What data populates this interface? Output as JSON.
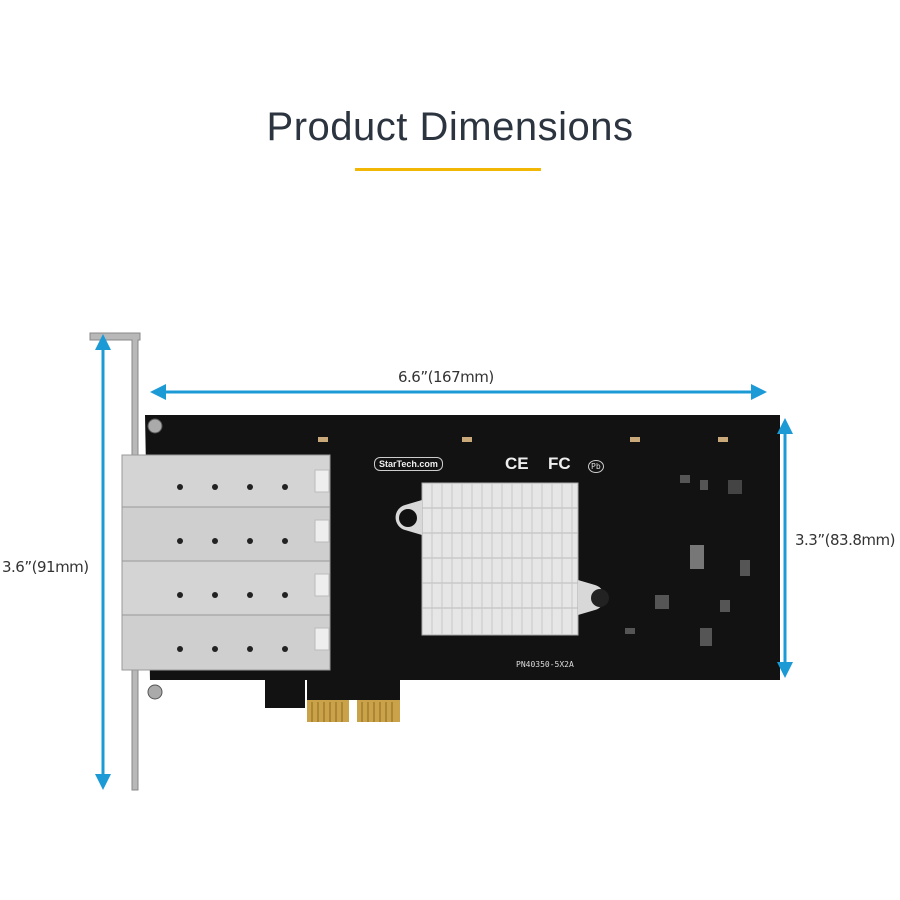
{
  "title": "Product Dimensions",
  "colors": {
    "accent_underline": "#f2b705",
    "dimension_arrow": "#1b9ad6",
    "board": "#121212",
    "title_text": "#2c3440"
  },
  "dimensions": {
    "width_label": "6.6”(167mm)",
    "height_with_bracket_label": "3.6”(91mm)",
    "board_height_label": "3.3”(83.8mm)"
  },
  "board": {
    "logo_text": "StarTech.com",
    "ce_mark": "CE",
    "fcc_mark": "FC",
    "pb_mark": "Pb",
    "part_number": "PN40350-5X2A"
  }
}
